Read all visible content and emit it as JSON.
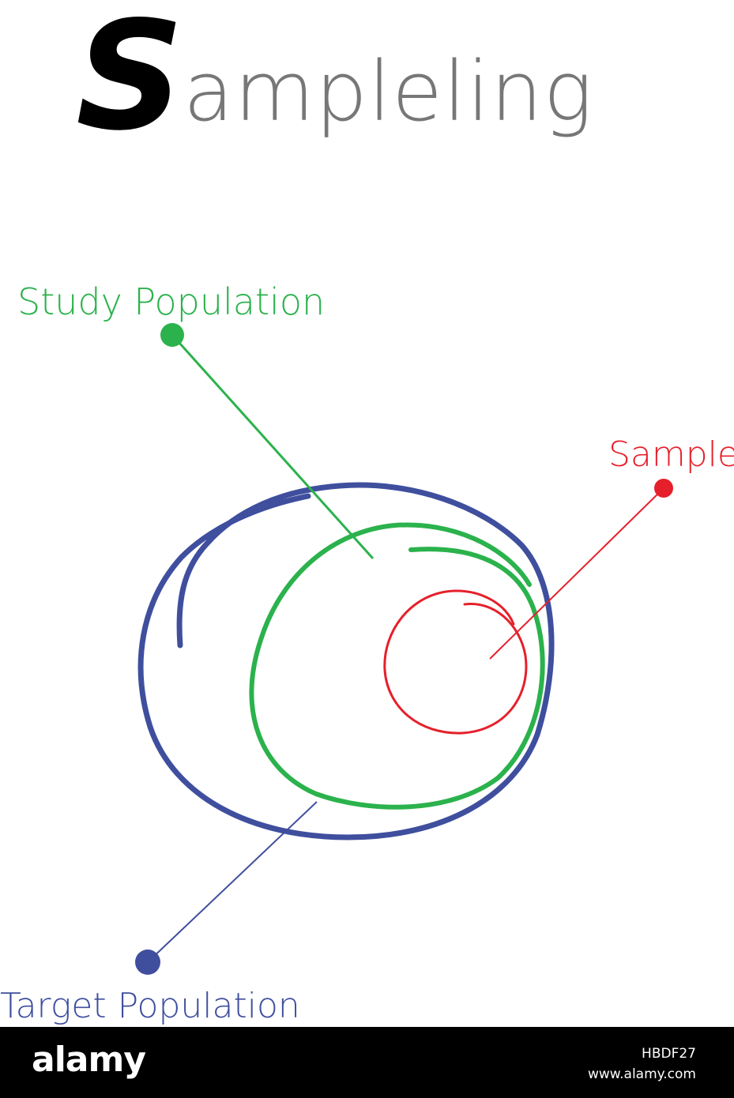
{
  "title": {
    "initial": "S",
    "rest": "ampleling"
  },
  "labels": {
    "study_population": "Study Population",
    "sample": "Sample",
    "target_population": "Target Population"
  },
  "colors": {
    "title_initial": "#000000",
    "title_rest": "#777777",
    "target": "#3f4f9e",
    "study": "#2bb24c",
    "sample": "#e5202b",
    "footer_bg": "#000000",
    "footer_text": "#ffffff"
  },
  "watermark": {
    "brand": "alamy",
    "image_id": "HBDF27",
    "url": "www.alamy.com"
  }
}
